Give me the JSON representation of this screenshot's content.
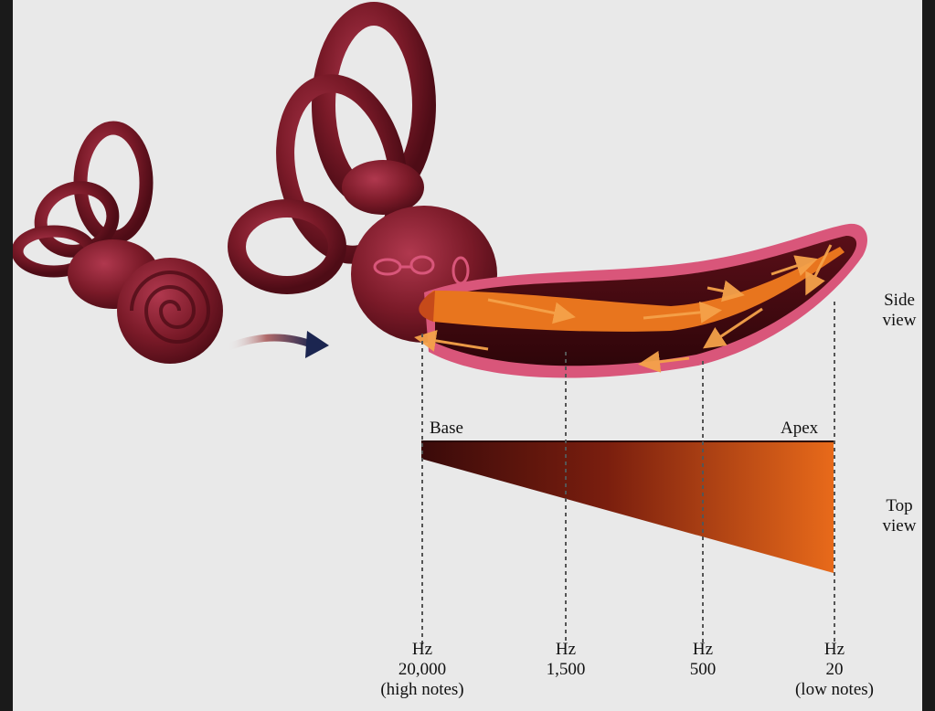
{
  "labels": {
    "base": "Base",
    "apex": "Apex",
    "side_view": [
      "Side",
      "view"
    ],
    "top_view": [
      "Top",
      "view"
    ]
  },
  "frequencies": [
    {
      "unit": "Hz",
      "value": "20,000",
      "note": "(high notes)"
    },
    {
      "unit": "Hz",
      "value": "1,500",
      "note": ""
    },
    {
      "unit": "Hz",
      "value": "500",
      "note": ""
    },
    {
      "unit": "Hz",
      "value": "20",
      "note": "(low notes)"
    }
  ],
  "colors": {
    "background": "#e9e9e9",
    "frame": "#1a1a1a",
    "tissue": "#7a1a28",
    "tissue_highlight": "#a8354a",
    "membrane_outer": "#d9567a",
    "basilar_membrane": "#e8751e",
    "fluid_arrows": "#f5a24a",
    "membrane_base": "#3a0a0a",
    "membrane_apex": "#e86a1a"
  },
  "icons": [
    "inner-ear-small-illustration",
    "inner-ear-large-illustration",
    "uncoiled-cochlea-illustration",
    "arrow-right-icon"
  ]
}
